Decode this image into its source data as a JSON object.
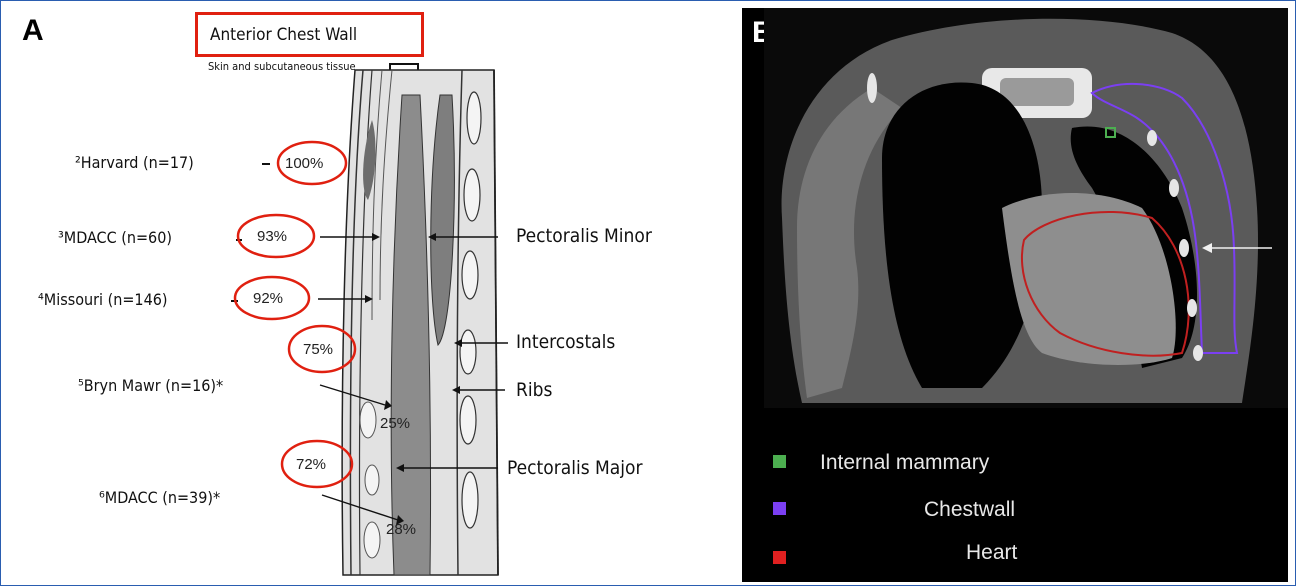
{
  "panel_a": {
    "letter": "A",
    "title": "Anterior Chest Wall",
    "skin_label": "Skin and subcutaneous tissue",
    "studies": [
      {
        "name": "²Harvard (n=17)",
        "pct": "100%"
      },
      {
        "name": "³MDACC (n=60)",
        "pct": "93%"
      },
      {
        "name": "⁴Missouri (n=146)",
        "pct": "92%"
      },
      {
        "name": "⁵Bryn Mawr (n=16)*",
        "pct": "75%",
        "pct2": "25%"
      },
      {
        "name": "⁶MDACC (n=39)*",
        "pct": "72%",
        "pct2": "28%"
      }
    ],
    "anatomy_labels": {
      "pectoralis_minor": "Pectoralis Minor",
      "intercostals": "Intercostals",
      "ribs": "Ribs",
      "pectoralis_major": "Pectoralis Major"
    },
    "colors": {
      "highlight": "#e02010",
      "muscle_dark": "#8a8a8a",
      "muscle_light": "#d4d4d4"
    }
  },
  "panel_b": {
    "letter": "B",
    "legend": [
      {
        "label": "Internal mammary",
        "color": "#4caf50"
      },
      {
        "label": "Chestwall",
        "color": "#7b3ff2"
      },
      {
        "label": "Heart",
        "color": "#e02020"
      }
    ]
  }
}
